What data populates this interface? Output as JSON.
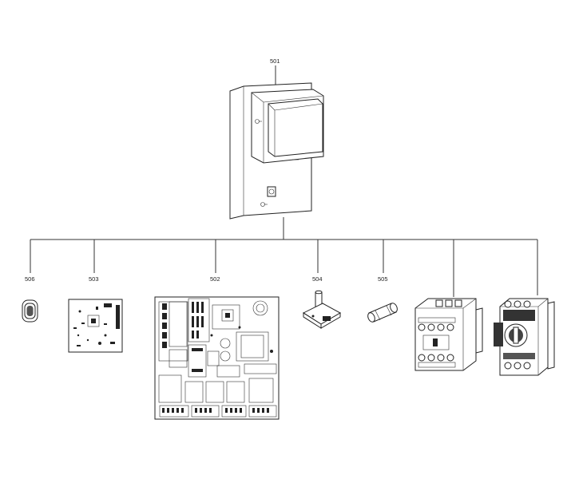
{
  "parts": {
    "cabinet": {
      "number": "501"
    },
    "gasket": {
      "number": "506"
    },
    "small_board": {
      "number": "503"
    },
    "main_board": {
      "number": "502"
    },
    "potentiometer": {
      "number": "504"
    },
    "fuse": {
      "number": "505"
    },
    "contactor": {
      "number": ""
    },
    "motor_breaker": {
      "number": ""
    }
  }
}
